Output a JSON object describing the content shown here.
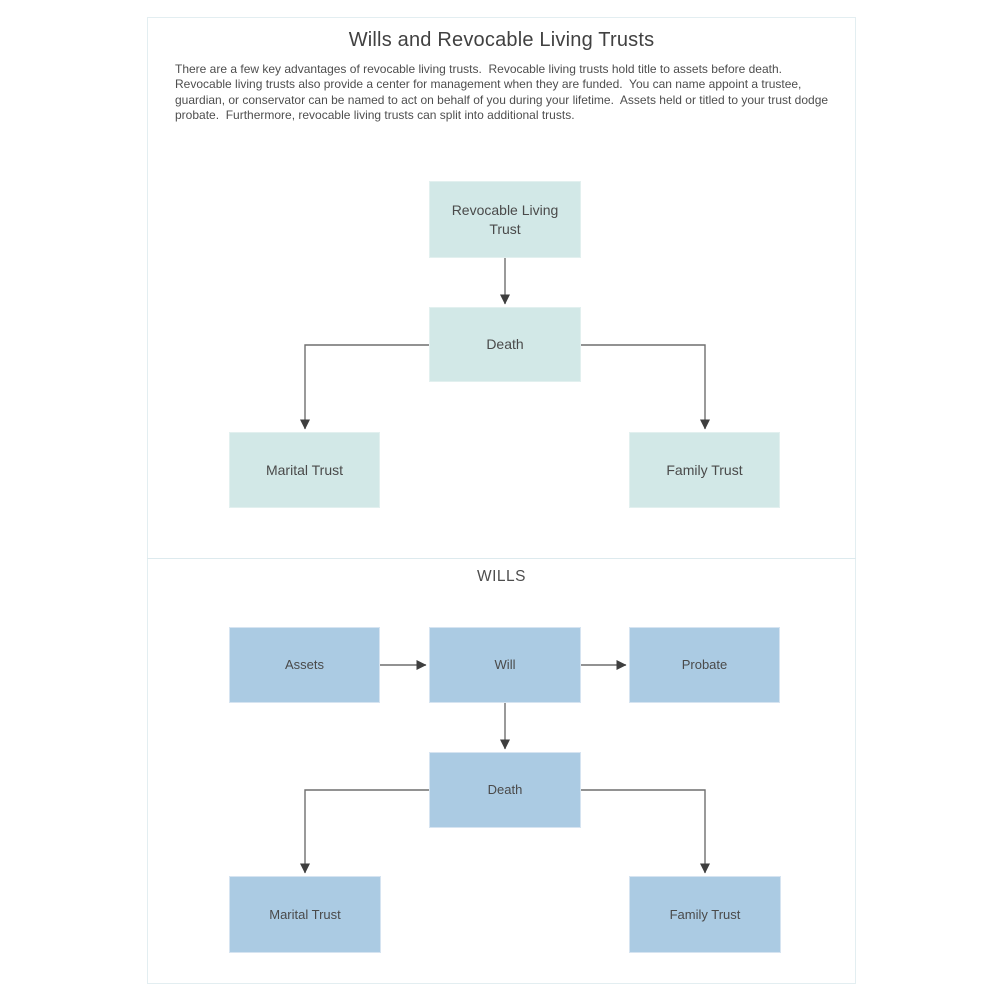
{
  "document": {
    "title": "Wills and Revocable Living Trusts",
    "intro": "There are a few key advantages of revocable living trusts.  Revocable living trusts hold title to assets before death.   Revocable living trusts also provide a center for management when they are funded.  You can name appoint a trustee, guardian, or conservator can be named to act on behalf of you during your lifetime.  Assets held or titled to your trust dodge probate.  Furthermore, revocable living trusts can split into additional trusts."
  },
  "trusts_diagram": {
    "nodes": {
      "revocable_living_trust": "Revocable Living Trust",
      "death": "Death",
      "marital_trust": "Marital Trust",
      "family_trust": "Family Trust"
    },
    "box_fill": "#d2e8e7"
  },
  "wills_diagram": {
    "heading": "WILLS",
    "nodes": {
      "assets": "Assets",
      "will": "Will",
      "probate": "Probate",
      "death": "Death",
      "marital_trust": "Marital Trust",
      "family_trust": "Family Trust"
    },
    "box_fill": "#abcbe3"
  },
  "colors": {
    "connector_line": "#6f6f6f",
    "arrowhead": "#3e3e3e",
    "box_text": "#4a4a4a",
    "title_text": "#414141",
    "frame_border": "#e3eef1"
  }
}
